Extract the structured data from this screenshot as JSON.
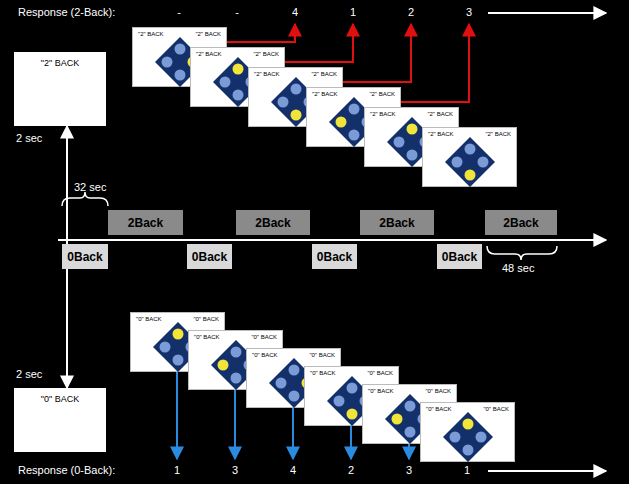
{
  "diagram": {
    "nodes": [
      {
        "text": [
          "\"2\" BACK"
        ]
      },
      {
        "text": [
          "\"2\" BACK",
          "\"2\" BACK"
        ]
      },
      {
        "text": [
          "\"2\" BACK",
          "\"2\" BACK"
        ]
      },
      {
        "text": [
          "\"2\" BACK",
          "\"2\" BACK"
        ]
      },
      {
        "text": [
          "\"2\" BACK",
          "\"2\" BACK"
        ]
      },
      {
        "text": [
          "\"2\" BACK",
          "\"2\" BACK"
        ]
      },
      {
        "text": [
          "\"2\" BACK",
          "\"2\" BACK"
        ]
      },
      {
        "text": [
          "0Back"
        ]
      },
      {
        "text": [
          "2Back"
        ]
      },
      {
        "text": [
          "0Back"
        ]
      },
      {
        "text": [
          "2Back"
        ]
      },
      {
        "text": [
          "0Back"
        ]
      },
      {
        "text": [
          "2Back"
        ]
      },
      {
        "text": [
          "0Back"
        ]
      },
      {
        "text": [
          "2Back"
        ]
      },
      {
        "text": [
          "\"0\" BACK",
          "\"0\" BACK"
        ]
      },
      {
        "text": [
          "\"0\" BACK",
          "\"0\" BACK"
        ]
      },
      {
        "text": [
          "\"0\" BACK",
          "\"0\" BACK"
        ]
      },
      {
        "text": [
          "\"0\" BACK",
          "\"0\" BACK"
        ]
      },
      {
        "text": [
          "\"0\" BACK",
          "\"0\" BACK"
        ]
      },
      {
        "text": [
          "\"0\" BACK",
          "\"0\" BACK"
        ]
      },
      {
        "text": [
          "\"0\" BACK"
        ]
      }
    ],
    "edges": [
      {
        "from": 7,
        "to": 0,
        "arrow": "to"
      },
      {
        "from": 7,
        "to": 21,
        "arrow": "to"
      }
    ],
    "labels": [
      "Response (2-Back):",
      "-",
      "-",
      "4",
      "1",
      "2",
      "3",
      "2 sec",
      "32 sec",
      "48 sec",
      "2 sec",
      "Response (0-Back):",
      "1",
      "3",
      "4",
      "2",
      "3",
      "1"
    ]
  }
}
